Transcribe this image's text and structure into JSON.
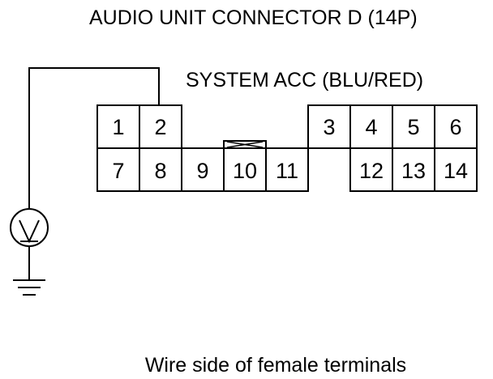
{
  "title": "AUDIO UNIT CONNECTOR D (14P)",
  "wire_label": "SYSTEM ACC (BLU/RED)",
  "caption": "Wire side of female terminals",
  "meter_symbol": "V",
  "icons": [
    "voltmeter-icon",
    "ground-icon",
    "lock-tab-icon"
  ],
  "pins": {
    "p1": "1",
    "p2": "2",
    "p3": "3",
    "p4": "4",
    "p5": "5",
    "p6": "6",
    "p7": "7",
    "p8": "8",
    "p9": "9",
    "p10": "10",
    "p11": "11",
    "p12": "12",
    "p13": "13",
    "p14": "14"
  },
  "colors": {
    "line": "#000000",
    "background": "#ffffff"
  }
}
